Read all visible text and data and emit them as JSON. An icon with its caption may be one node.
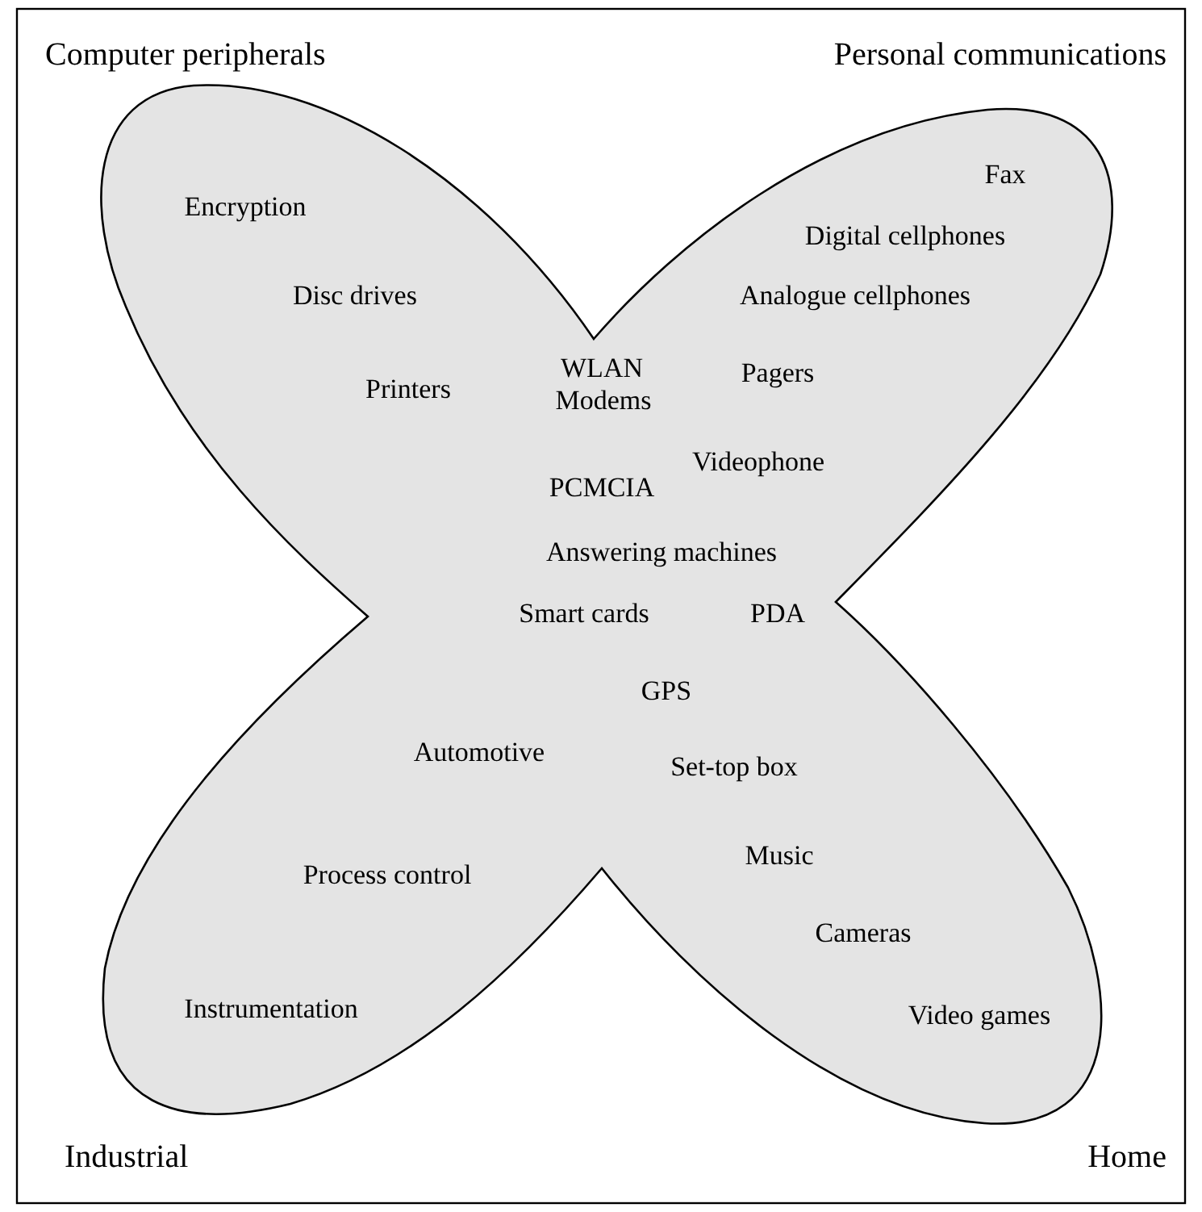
{
  "diagram": {
    "nodes": [
      {
        "text": [
          "Encryption",
          "Disc drives",
          "Printers",
          "WLAN",
          "Modems",
          "Fax",
          "Digital cellphones",
          "Analogue cellphones",
          "Pagers",
          "Videophone",
          "PCMCIA",
          "Answering machines",
          "Smart cards",
          "PDA",
          "GPS",
          "Automotive",
          "Set-top box",
          "Process control",
          "Music",
          "Cameras",
          "Instrumentation",
          "Video games"
        ]
      }
    ],
    "labels": [
      "Computer peripherals",
      "Personal communications",
      "Industrial",
      "Home"
    ]
  }
}
